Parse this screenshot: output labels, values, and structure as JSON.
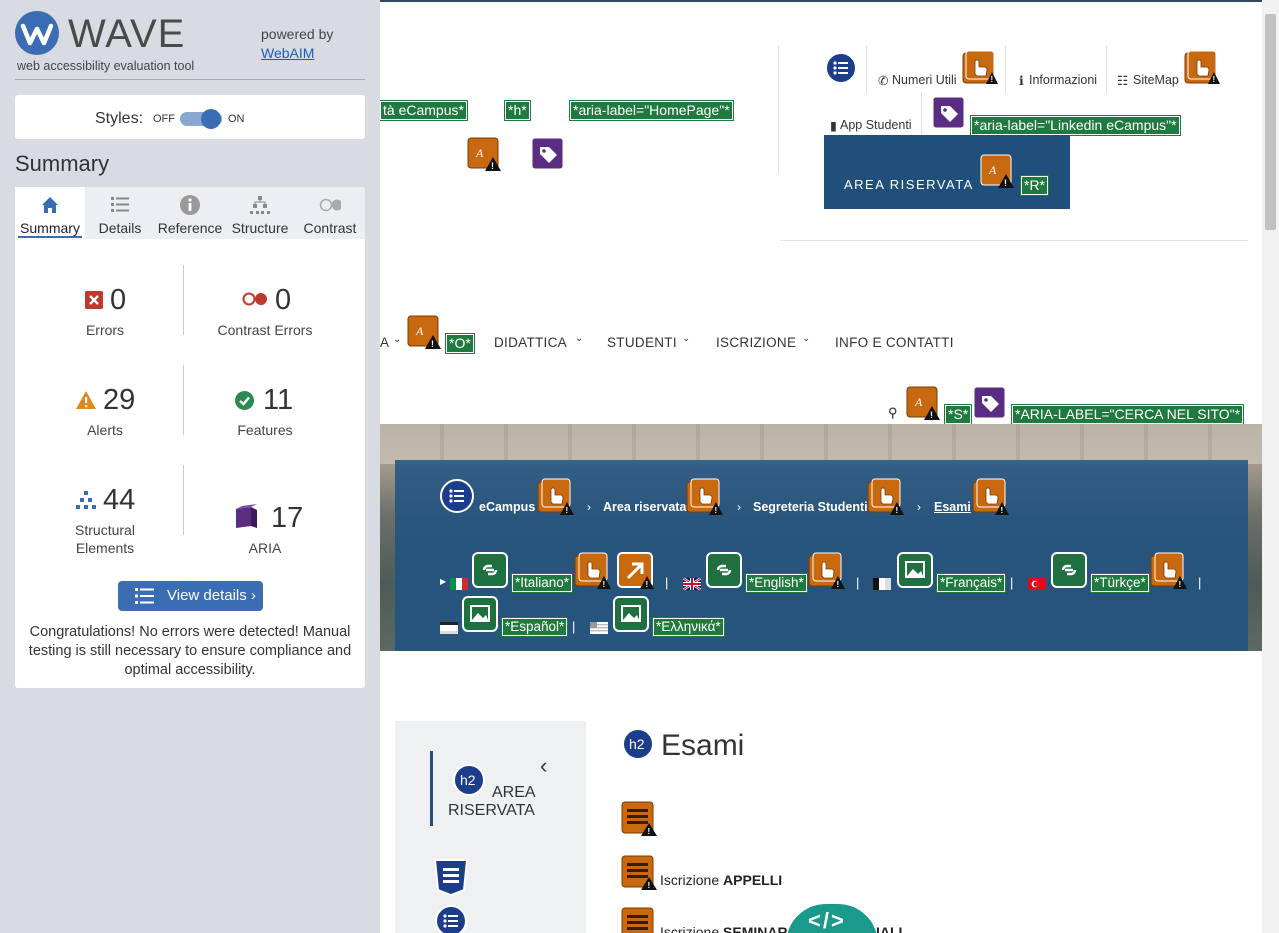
{
  "wave": {
    "logo_word": "WAVE",
    "tagline": "web accessibility evaluation tool",
    "powered_by": "powered by",
    "webaim_link": "WebAIM",
    "styles_label": "Styles:",
    "styles_off": "OFF",
    "styles_on": "ON",
    "summary_title": "Summary",
    "tabs": [
      {
        "label": "Summary",
        "icon": "home-icon"
      },
      {
        "label": "Details",
        "icon": "list-icon"
      },
      {
        "label": "Reference",
        "icon": "info-icon"
      },
      {
        "label": "Structure",
        "icon": "hierarchy-icon"
      },
      {
        "label": "Contrast",
        "icon": "contrast-icon"
      }
    ],
    "stats": {
      "errors": {
        "value": "0",
        "label": "Errors"
      },
      "contrast_errors": {
        "value": "0",
        "label": "Contrast Errors"
      },
      "alerts": {
        "value": "29",
        "label": "Alerts"
      },
      "features": {
        "value": "11",
        "label": "Features"
      },
      "structural": {
        "value": "44",
        "label1": "Structural",
        "label2": "Elements"
      },
      "aria": {
        "value": "17",
        "label": "ARIA"
      }
    },
    "view_details": "View details ›",
    "congrats": "Congratulations! No errors were detected! Manual testing is still necessary to ensure compliance and optimal accessibility.",
    "colors": {
      "accent": "#3b6db4",
      "error": "#c0392b",
      "alert": "#e08a1e",
      "feature": "#2e8a55",
      "aria": "#5b2d82"
    }
  },
  "page": {
    "top_tags": {
      "ecampus": "tà eCampus*",
      "h": "*h*",
      "homepage": "*aria-label=\"HomePage\"*"
    },
    "utility": {
      "numeri": "Numeri Utili",
      "informazioni": "Informazioni",
      "sitemap": "SiteMap",
      "app_studenti": "App Studenti",
      "linkedin_tag": "*aria-label=\"Linkedin eCampus\"*"
    },
    "area_riservata_btn": "AREA RISERVATA",
    "r_tag": "*R*",
    "nav": {
      "partial": "A",
      "o_tag": "*O*",
      "items": [
        "DIDATTICA",
        "STUDENTI",
        "ISCRIZIONE",
        "INFO E CONTATTI"
      ]
    },
    "search": {
      "s_tag": "*S*",
      "aria_tag": "*ARIA-LABEL=\"CERCA NEL SITO\"*"
    },
    "breadcrumb": [
      "eCampus",
      "Area riservata",
      "Segreteria Studenti",
      "Esami"
    ],
    "languages": {
      "italiano": "*Italiano*",
      "english": "*English*",
      "francais": "*Français*",
      "turkce": "*Türkçe*",
      "espanol": "*Español*",
      "ellinika": "*Ελληνικά*"
    },
    "sidebar_h2": "h2",
    "sidebar_title1": "AREA",
    "sidebar_title2": "RISERVATA",
    "main_h2": "h2",
    "main_title": "Esami",
    "list": {
      "iscrizione": "Iscrizione ",
      "appelli": "APPELLI",
      "iscrizione2": "Iscrizione ",
      "seminar": "SEMINAR",
      "ali": "IALI"
    }
  }
}
